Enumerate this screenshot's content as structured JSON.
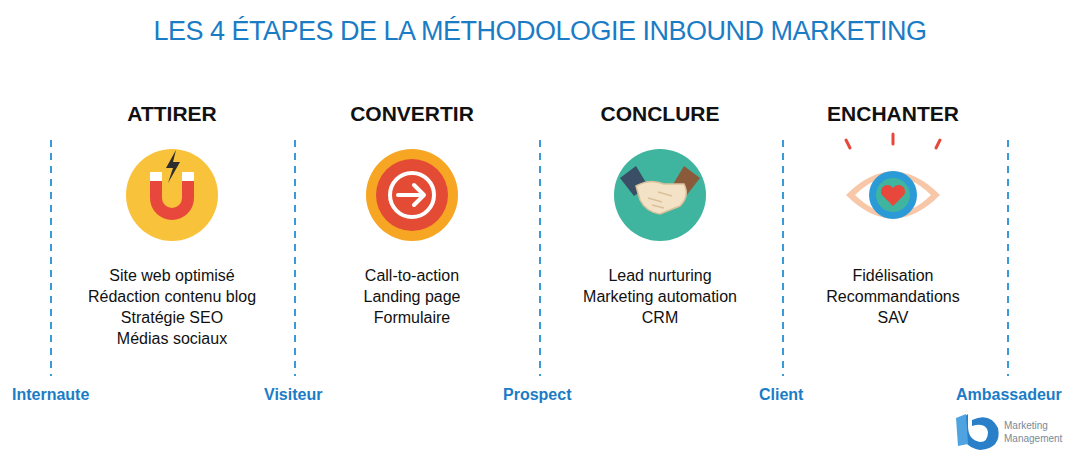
{
  "diagram": {
    "title": "LES 4 ÉTAPES DE LA MÉTHODOLOGIE INBOUND MARKETING",
    "nodes": [
      {
        "text": [
          "ATTIRER",
          "Site web optimisé",
          "Rédaction contenu blog",
          "Stratégie SEO",
          "Médias sociaux"
        ]
      },
      {
        "text": [
          "CONVERTIR",
          "Call-to-action",
          "Landing page",
          "Formulaire"
        ]
      },
      {
        "text": [
          "CONCLURE",
          "Lead nurturing",
          "Marketing automation",
          "CRM"
        ]
      },
      {
        "text": [
          "ENCHANTER",
          "Fidélisation",
          "Recommandations",
          "SAV"
        ]
      }
    ],
    "labels": [
      "Internaute",
      "Visiteur",
      "Prospect",
      "Client",
      "Ambassadeur",
      "Marketing",
      "Management"
    ]
  }
}
